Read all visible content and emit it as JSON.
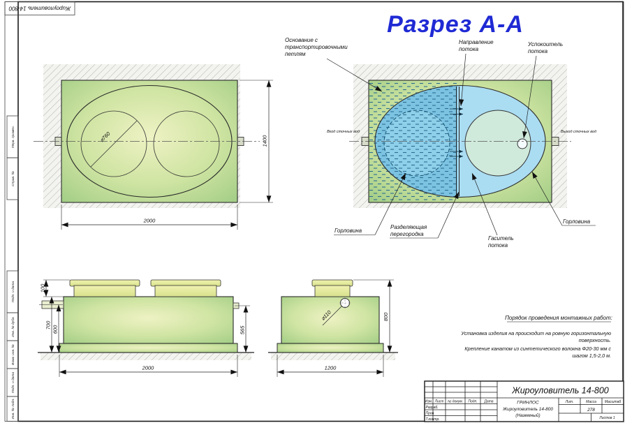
{
  "sheet": {
    "title": "Разрез А-А",
    "top_stamp": "Жироуловитель 14-800",
    "margin_labels": [
      "Перв. примен.",
      "Справ. №",
      "Подп. и дата",
      "Инв. № дубл.",
      "Взам. инв. №",
      "Подп. и дата",
      "Инв. № подл."
    ]
  },
  "plan_view": {
    "dim_length": "2000",
    "dim_width": "1400",
    "neck_diameter": "⌀760"
  },
  "section_view": {
    "callout_base": [
      "Основание с",
      "транспортировочными",
      "петлям"
    ],
    "callout_flow": [
      "Направление",
      "потока"
    ],
    "callout_calmer": [
      "Успокоитель",
      "потока"
    ],
    "inlet": "Вход сточных вод",
    "outlet": "Выход сточных вод",
    "neck_left": "Горловина",
    "callout_partition": [
      "Разделяющая",
      "перегородка"
    ],
    "callout_damper": [
      "Гаситель",
      "потока"
    ],
    "neck_right": "Горловина"
  },
  "side_view": {
    "dim_cap": "100",
    "dim_body": "700",
    "dim_pipe_axis": "600",
    "dim_right": "565",
    "dim_length": "2000"
  },
  "end_view": {
    "dim_height": "800",
    "dim_width": "1200",
    "vent_diameter": "⌀110"
  },
  "notes": {
    "heading": "Порядок проведения монтажных работ:",
    "line1": "Установка изделия на происходит на ровную горизонтальную",
    "line2": "поверхность.",
    "line3": "Крепление канатом из синтетического волокна Ф20-30 мм с",
    "line4": "шагом 1,5-2,0 м."
  },
  "title_block": {
    "doc_title": "Жироуловитель 14-800",
    "company": "ГРИНЛОС",
    "product_line1": "Жироуловитель 14-800",
    "product_line2": "(Наземный)",
    "lit_label": "Лит.",
    "mass_label": "Масса",
    "scale_label": "Масштаб",
    "mass_value": "278",
    "sheets_label": "Листов 1",
    "header_cols": [
      "Изм.",
      "Лист",
      "№ докум.",
      "Подп.",
      "Дата"
    ],
    "role_rows": [
      "Разраб.",
      "Пров.",
      "Т.контр."
    ]
  },
  "colors": {
    "accent_blue": "#1f2ad4",
    "tank_green": "#9cca82",
    "water_blue": "#7cc3e2",
    "water_light": "#aadcf2",
    "cap_yellow": "#e3e996"
  }
}
